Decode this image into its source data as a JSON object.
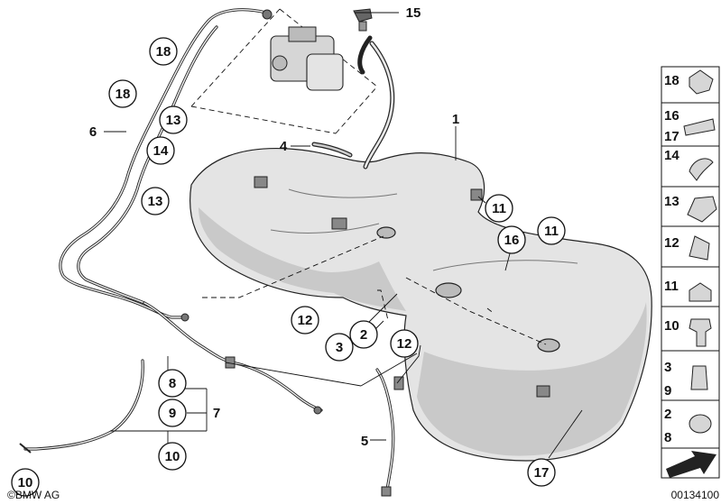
{
  "callouts": {
    "c1": "1",
    "c2": "2",
    "c3": "3",
    "c4": "4",
    "c5": "5",
    "c6": "6",
    "c7": "7",
    "c8": "8",
    "c9": "9",
    "c10a": "10",
    "c10b": "10",
    "c11a": "11",
    "c11b": "11",
    "c12a": "12",
    "c12b": "12",
    "c13a": "13",
    "c13b": "13",
    "c14": "14",
    "c15": "15",
    "c16": "16",
    "c17": "17",
    "c18a": "18",
    "c18b": "18"
  },
  "legend": {
    "r18": "18",
    "r16": "16",
    "r17": "17",
    "r14": "14",
    "r13": "13",
    "r12": "12",
    "r11": "11",
    "r10": "10",
    "r3": "3",
    "r9": "9",
    "r2": "2",
    "r8": "8"
  },
  "footer": {
    "brand": "©BMW AG",
    "drawing_number": "00134100"
  }
}
